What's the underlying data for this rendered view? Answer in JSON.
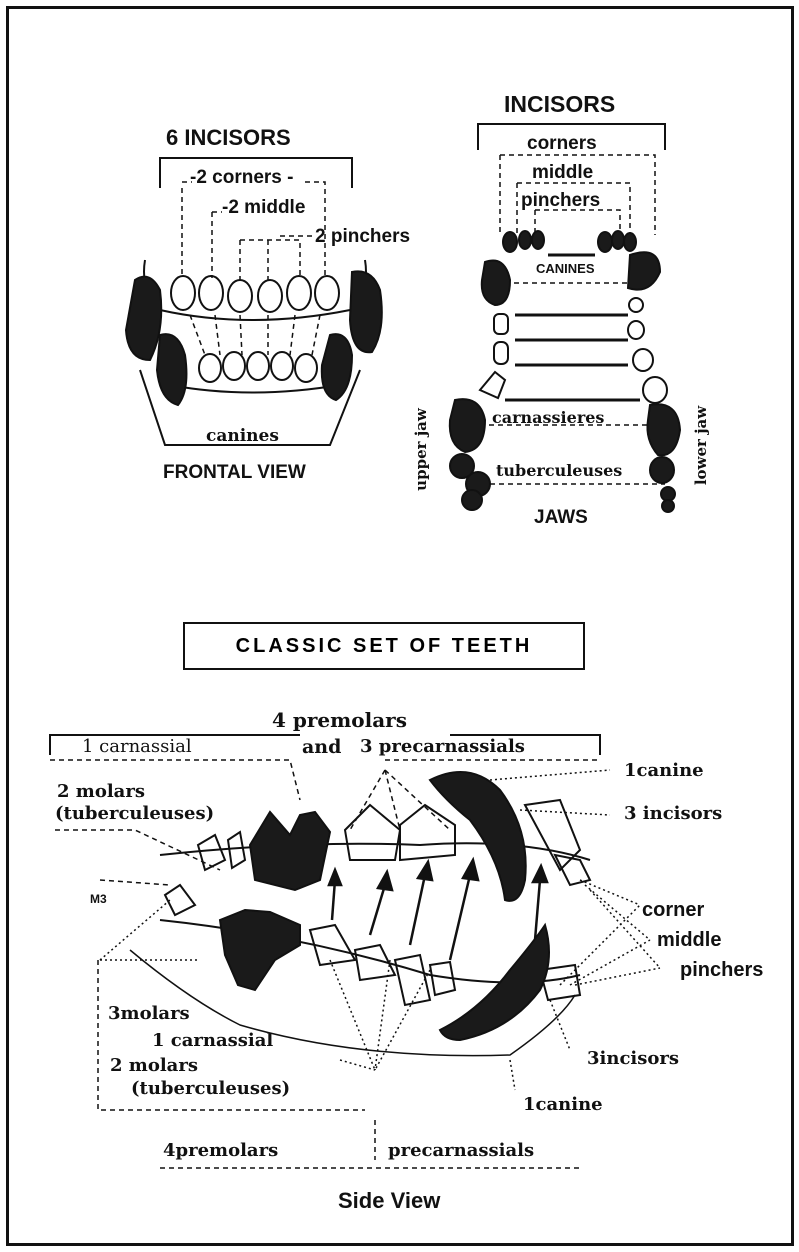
{
  "frontal": {
    "title": "6 INCISORS",
    "corners": "-2 corners -",
    "middle": "-2 middle",
    "pinchers": "2 pinchers",
    "canines": "canines",
    "view": "FRONTAL VIEW"
  },
  "jaws": {
    "title": "INCISORS",
    "corners": "corners",
    "middle": "middle",
    "pinchers": "pinchers",
    "canines": "CANINES",
    "carnassieres": "carnassieres",
    "tuberculeuses": "tuberculeuses",
    "upper_jaw": "upper jaw",
    "lower_jaw": "lower jaw",
    "view": "JAWS"
  },
  "classic_title": "CLASSIC SET OF TEETH",
  "side": {
    "top_premolars": "4 premolars",
    "top_and": "and",
    "top_carnassial": "1 carnassial",
    "top_precarnassials": "3 precarnassials",
    "top_molars": "2 molars",
    "top_tuberculeuses": "(tuberculeuses)",
    "canine_upper": "1canine",
    "incisors_upper": "3 incisors",
    "m3": "M3",
    "corner": "corner",
    "middle": "middle",
    "pinchers": "pinchers",
    "bottom_molars": "3molars",
    "bottom_carnassial": "1 carnassial",
    "bottom_2molars": "2 molars",
    "bottom_tuberculeuses": "(tuberculeuses)",
    "incisors_lower": "3incisors",
    "canine_lower": "1canine",
    "bottom_premolars": "4premolars",
    "bottom_precarnassials": "precarnassials",
    "view": "Side View"
  }
}
